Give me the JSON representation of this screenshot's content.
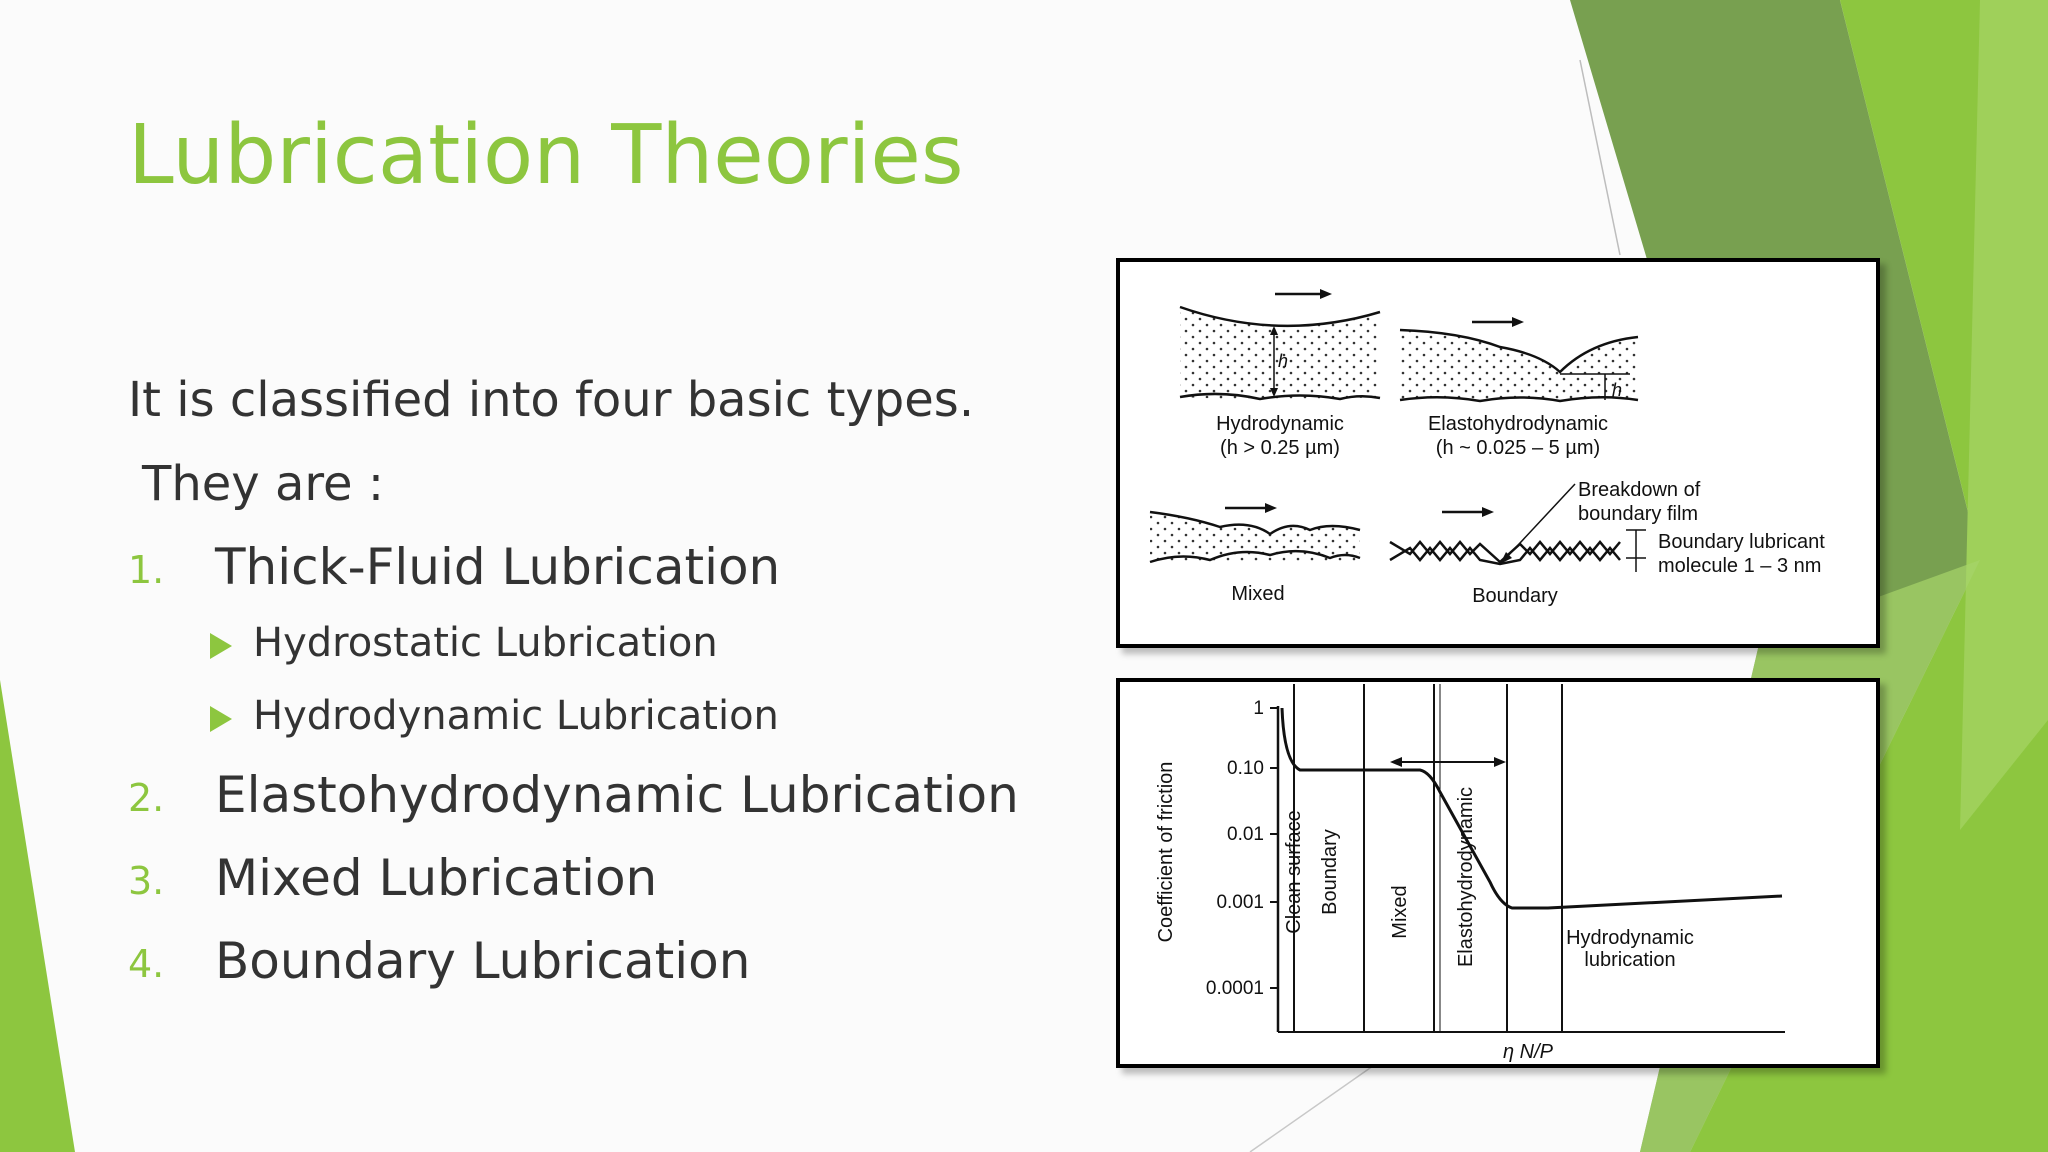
{
  "slide": {
    "title": "Lubrication Theories",
    "intro_line1": "It is classified into four basic types.",
    "intro_line2": "They are :",
    "list": [
      {
        "number": "1.",
        "label": "Thick-Fluid Lubrication"
      },
      {
        "number": "2.",
        "label": "Elastohydrodynamic Lubrication"
      },
      {
        "number": "3.",
        "label": "Mixed Lubrication"
      },
      {
        "number": "4.",
        "label": "Boundary Lubrication"
      }
    ],
    "sub_items": [
      "Hydrostatic Lubrication",
      "Hydrodynamic Lubrication"
    ]
  },
  "figure_regimes": {
    "h_symbol": "h",
    "hydrodynamic_label": "Hydrodynamic",
    "hydrodynamic_range": "(h > 0.25 µm)",
    "ehd_label": "Elastohydrodynamic",
    "ehd_range": "(h ~ 0.025 – 5 µm)",
    "mixed_label": "Mixed",
    "boundary_label": "Boundary",
    "breakdown_line1": "Breakdown of",
    "breakdown_line2": "boundary film",
    "molecule_line1": "Boundary lubricant",
    "molecule_line2": "molecule 1 – 3 nm"
  },
  "figure_stribeck": {
    "y_axis_label": "Coefficient of friction",
    "x_axis_label": "η N/P",
    "y_ticks": [
      "1",
      "0.10",
      "0.01",
      "0.001",
      "0.0001"
    ],
    "regions": [
      "Clean surface",
      "Boundary",
      "Mixed",
      "Elastohydrodynamic"
    ],
    "hydro_line1": "Hydrodynamic",
    "hydro_line2": "lubrication"
  },
  "colors": {
    "accent": "#8dc63f",
    "dark_green": "#6a9a46",
    "text": "#333333"
  }
}
